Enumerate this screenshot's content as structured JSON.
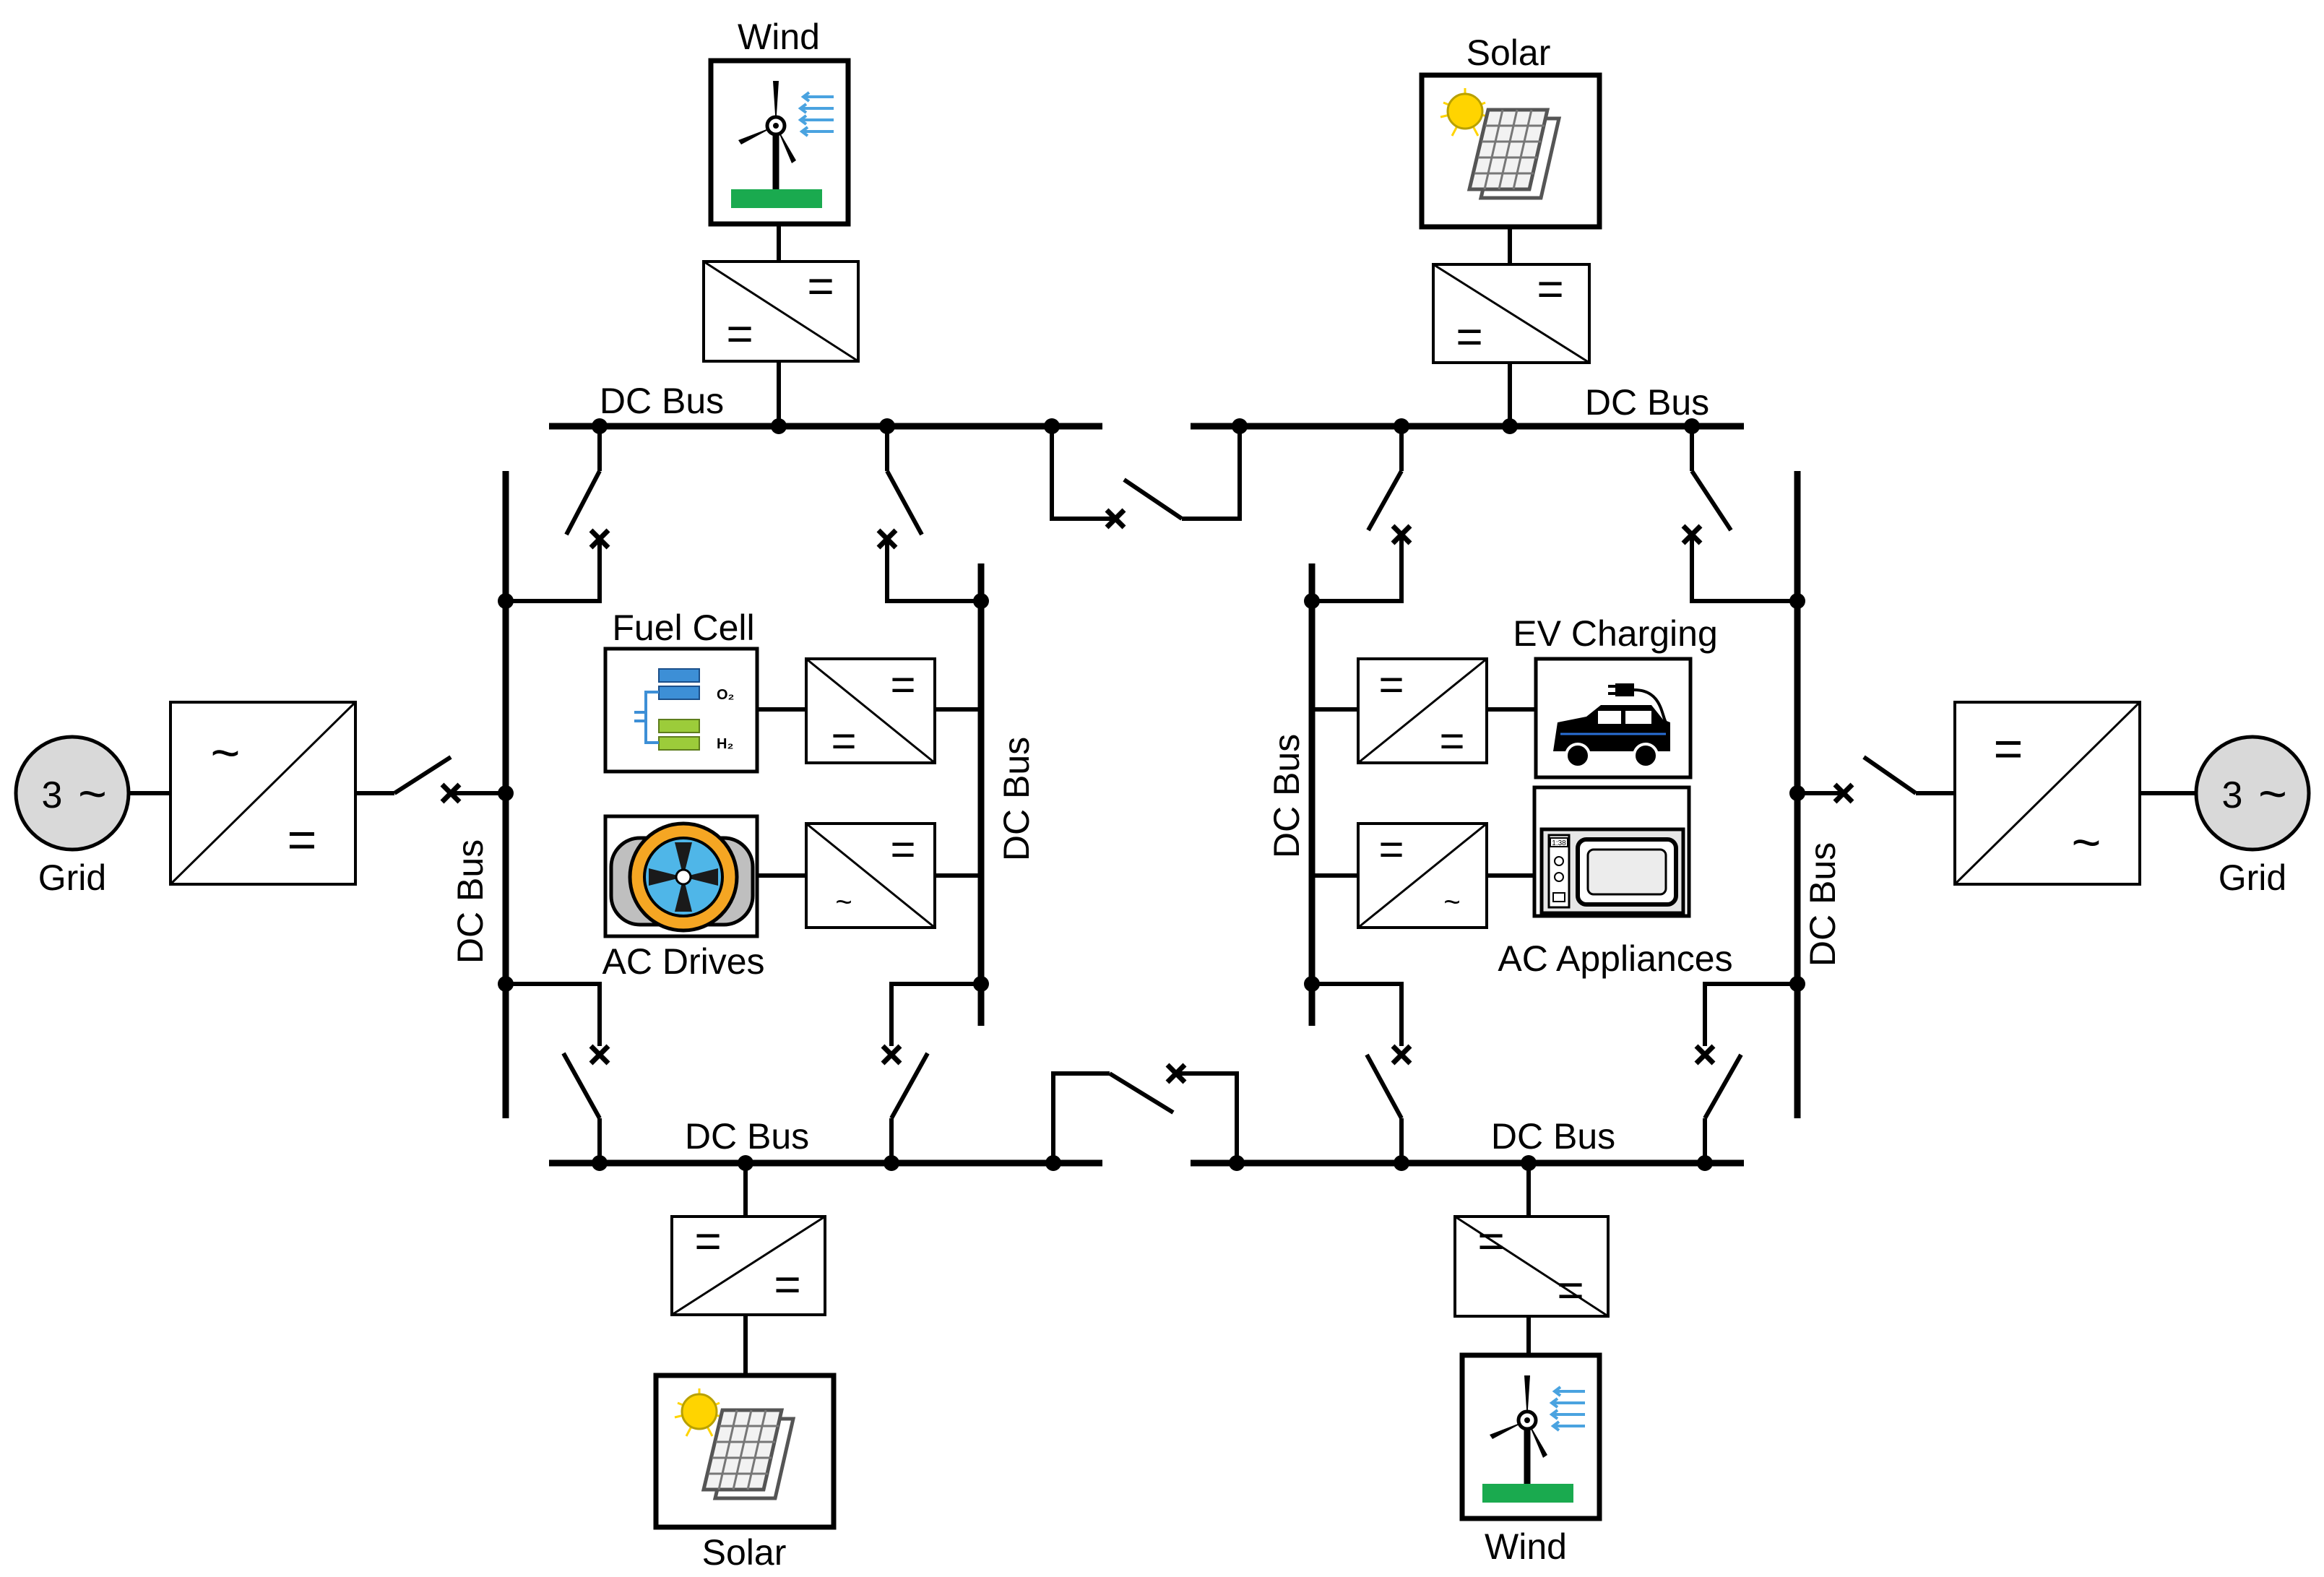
{
  "labels": {
    "wind": "Wind",
    "solar": "Solar",
    "dc_bus": "DC Bus",
    "fuel_cell": "Fuel Cell",
    "ac_drives": "AC Drives",
    "ev_charging": "EV Charging",
    "ac_appliances": "AC Appliances",
    "grid": "Grid"
  },
  "grid_source": {
    "phases": "3",
    "wave": "~"
  },
  "converter_symbols": {
    "dc": "=",
    "ac": "~"
  },
  "fuel_cell_gases": {
    "oxygen": "O₂",
    "hydrogen": "H₂"
  },
  "microwave_clock": "1:38",
  "colors": {
    "line": "#000000",
    "grid_fill": "#d9d9d9",
    "wind_base": "#1aaa4f",
    "wind_arrows": "#4aa3e0",
    "sun": "#ffd400",
    "fuel_cell_blue": "#3d8fd6",
    "fuel_cell_green": "#9ccc3a",
    "drive_orange": "#f5a623",
    "drive_blue": "#4fb6e8"
  }
}
